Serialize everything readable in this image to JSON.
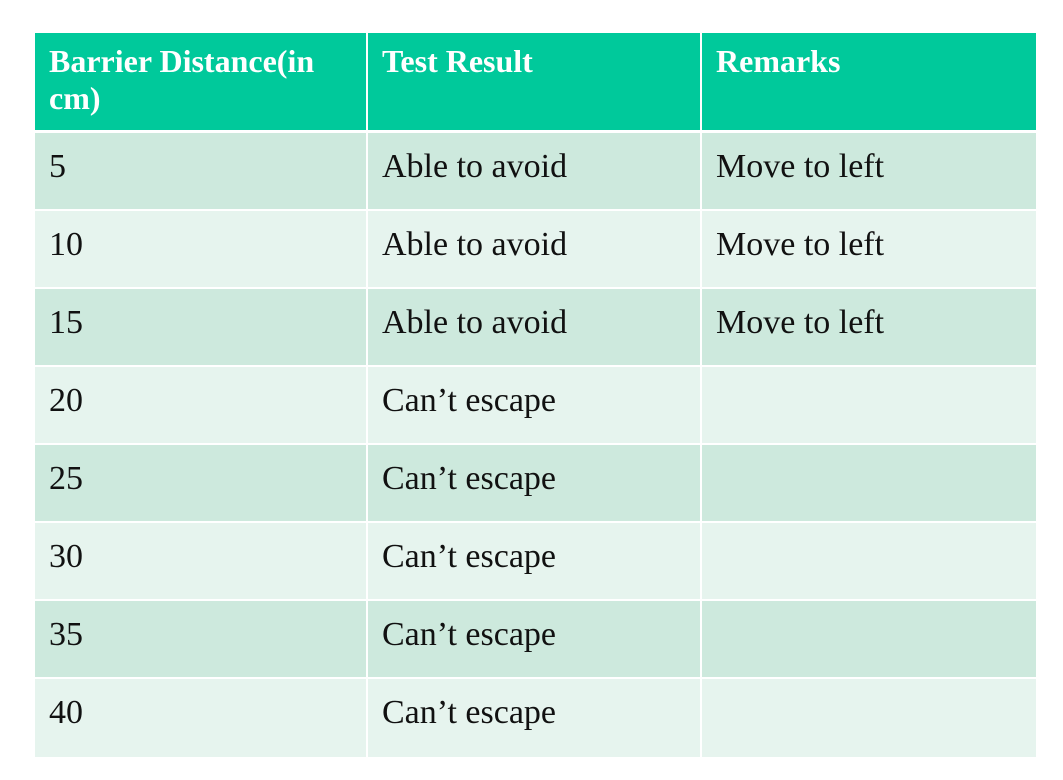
{
  "table": {
    "headers": [
      "Barrier Distance(in cm)",
      "Test Result",
      "Remarks"
    ],
    "rows": [
      [
        "5",
        "Able to avoid",
        "Move to left"
      ],
      [
        "10",
        "Able to avoid",
        "Move to left"
      ],
      [
        "15",
        "Able to avoid",
        "Move to left"
      ],
      [
        "20",
        "Can’t escape",
        ""
      ],
      [
        "25",
        "Can’t escape",
        ""
      ],
      [
        "30",
        "Can’t escape",
        ""
      ],
      [
        "35",
        "Can’t escape",
        ""
      ],
      [
        "40",
        "Can’t escape",
        ""
      ]
    ]
  },
  "colors": {
    "header_bg": "#00c99b",
    "header_text": "#ffffff",
    "row_band_dark": "#cde9dd",
    "row_band_light": "#e6f4ee"
  }
}
